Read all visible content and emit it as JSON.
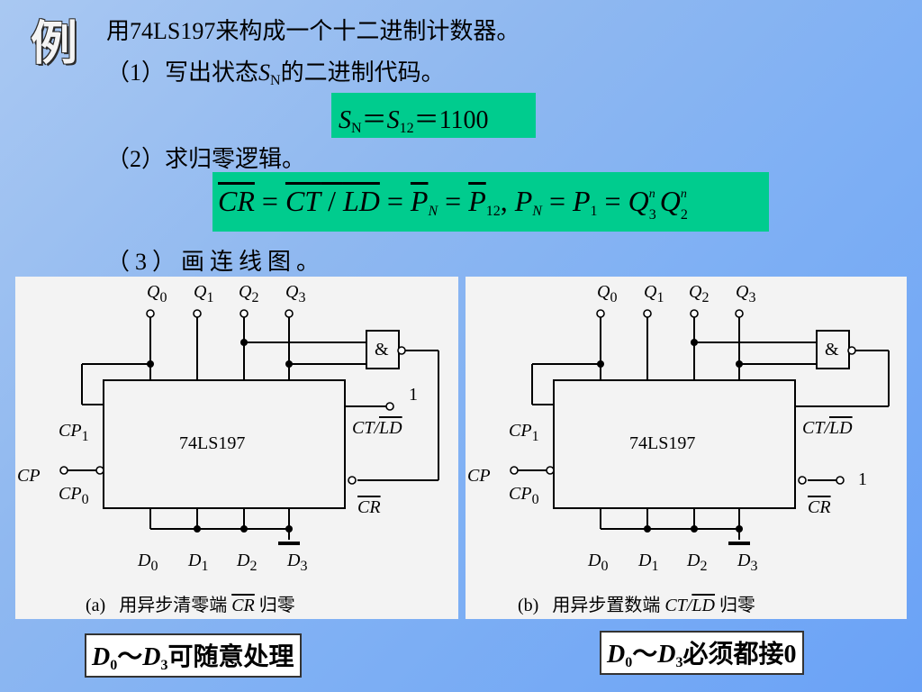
{
  "example_mark": "例",
  "title": "用74LS197来构成一个十二进制计数器。",
  "step1": {
    "prefix": "（1）写出状态",
    "s": "S",
    "n": "N",
    "suffix": "的二进制代码。"
  },
  "formula1": {
    "s1": "S",
    "sub1": "N",
    "eq": "＝",
    "s2": "S",
    "sub2": "12",
    "tail": "＝1100"
  },
  "step2": "（2）求归零逻辑。",
  "formula2": {
    "cr": "CR",
    "eq": " = ",
    "ct": "CT",
    "slash": " / ",
    "ld": "LD",
    "p": "P",
    "pn_sub": "N",
    "p12_sub": "12",
    "comma": ", ",
    "p1_sub": "1",
    "q": "Q",
    "q3_sub": "3",
    "q2_sub": "2",
    "q_sup": "n"
  },
  "step3": "（3）画连线图。",
  "panels": [
    {
      "chip": "74LS197",
      "q_labels": [
        "Q",
        "0",
        "Q",
        "1",
        "Q",
        "2",
        "Q",
        "3"
      ],
      "d_labels": [
        "D",
        "0",
        "D",
        "1",
        "D",
        "2",
        "D",
        "3"
      ],
      "cp1": "CP",
      "cp1_sub": "1",
      "cp": "CP",
      "cp0": "CP",
      "cp0_sub": "0",
      "ctld_ct": "CT/",
      "ctld_ld": "LD",
      "cr": "CR",
      "gate": "&",
      "one": "1",
      "caption_tag": "(a)",
      "caption_text": "用异步清零端 ",
      "caption_sig": "CR",
      "caption_end": " 归零"
    },
    {
      "chip": "74LS197",
      "q_labels": [
        "Q",
        "0",
        "Q",
        "1",
        "Q",
        "2",
        "Q",
        "3"
      ],
      "d_labels": [
        "D",
        "0",
        "D",
        "1",
        "D",
        "2",
        "D",
        "3"
      ],
      "cp1": "CP",
      "cp1_sub": "1",
      "cp": "CP",
      "cp0": "CP",
      "cp0_sub": "0",
      "ctld_ct": "CT/",
      "ctld_ld": "LD",
      "cr": "CR",
      "gate": "&",
      "one": "1",
      "caption_tag": "(b)",
      "caption_text": "用异步置数端 ",
      "caption_sig_ct": "CT/",
      "caption_sig_ld": "LD",
      "caption_end": " 归零"
    }
  ],
  "note_left": {
    "d": "D",
    "sub0": "0",
    "tilde": "～",
    "d2": "D",
    "sub3": "3",
    "text": "可随意处理"
  },
  "note_right": {
    "d": "D",
    "sub0": "0",
    "tilde": "～",
    "d2": "D",
    "sub3": "3",
    "text": "必须都接0"
  }
}
